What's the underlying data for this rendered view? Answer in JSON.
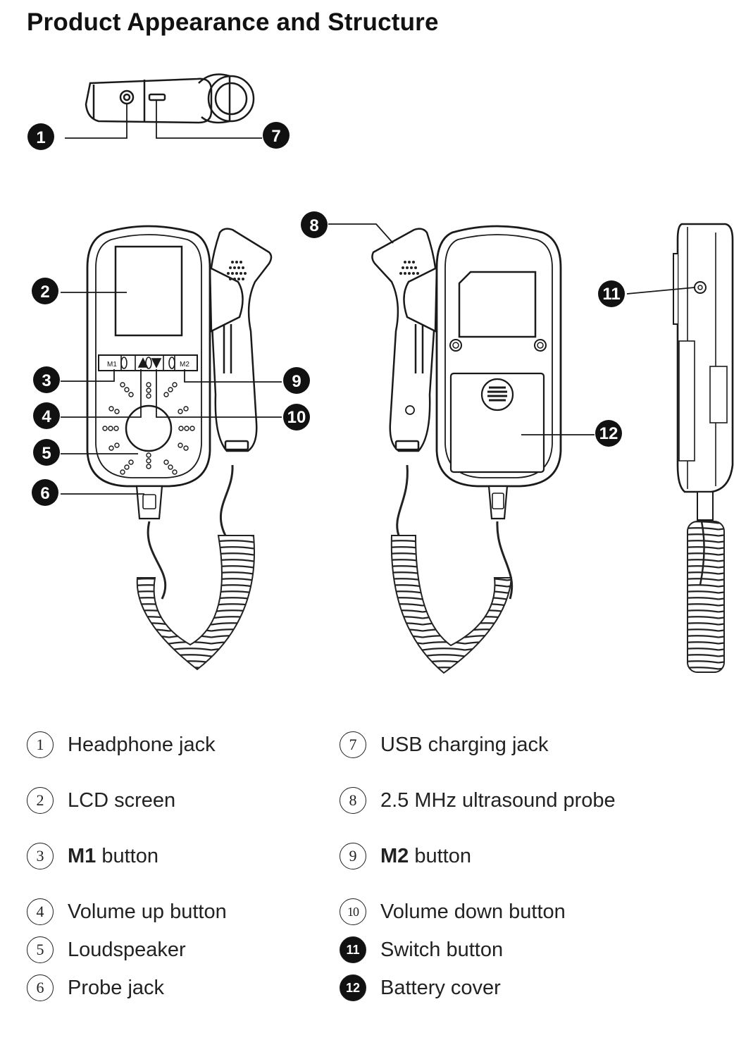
{
  "title": "Product Appearance and Structure",
  "diagram": {
    "device_labels": {
      "m1": "M1",
      "m2": "M2"
    },
    "callouts": [
      "1",
      "2",
      "3",
      "4",
      "5",
      "6",
      "7",
      "8",
      "9",
      "10",
      "11",
      "12"
    ]
  },
  "legend": {
    "left": [
      {
        "num": "1",
        "text": "Headphone jack"
      },
      {
        "num": "2",
        "text": "LCD screen"
      },
      {
        "num": "3",
        "bold": "M1",
        "text": " button"
      },
      {
        "num": "4",
        "text": "Volume up button"
      },
      {
        "num": "5",
        "text": "Loudspeaker"
      },
      {
        "num": "6",
        "text": "Probe jack"
      }
    ],
    "right": [
      {
        "num": "7",
        "text": "USB charging jack"
      },
      {
        "num": "8",
        "text": "2.5 MHz ultrasound probe"
      },
      {
        "num": "9",
        "bold": "M2",
        "text": " button"
      },
      {
        "num": "10",
        "text": "Volume down button"
      },
      {
        "num": "11",
        "text": "Switch button"
      },
      {
        "num": "12",
        "text": "Battery cover"
      }
    ]
  }
}
